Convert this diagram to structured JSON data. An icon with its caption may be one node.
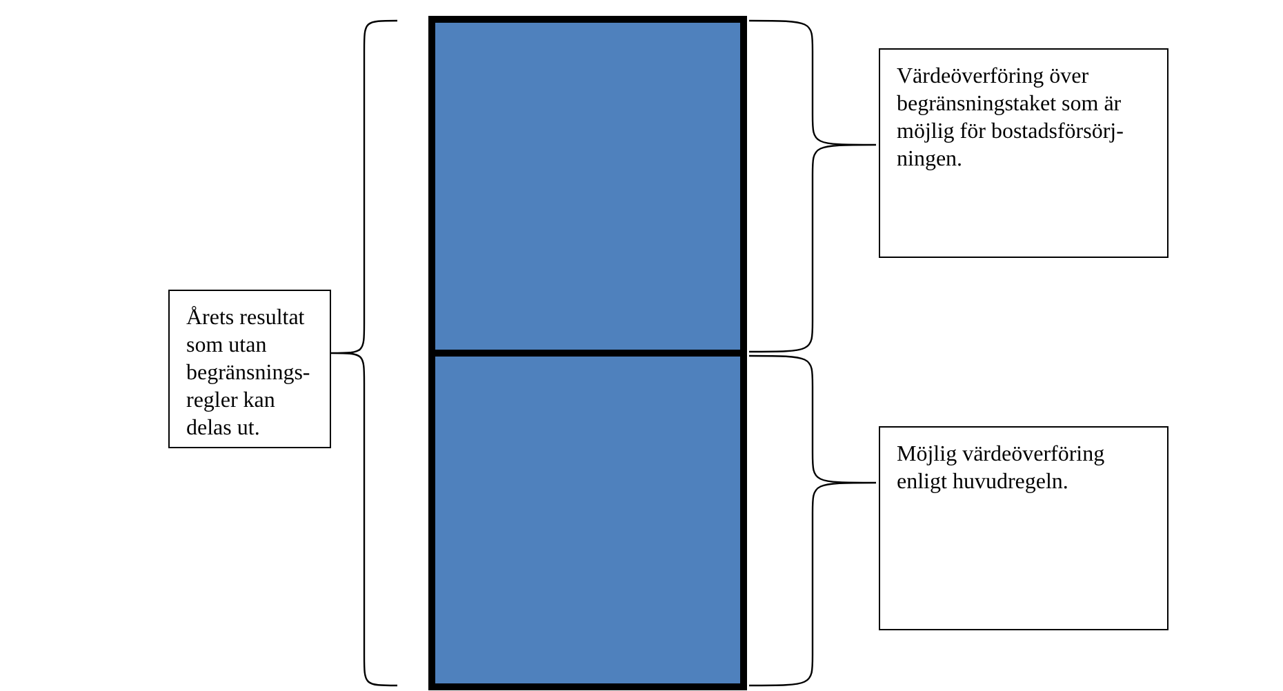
{
  "diagram": {
    "nodes": [
      {
        "text": [
          "Värdeöverföring över begränsningstaket som är möjlig för bostadsförsörj-ningen."
        ]
      },
      {
        "text": [
          "Årets resultat som utan begränsnings-regler kan delas ut."
        ]
      },
      {
        "text": [
          "Möjlig värdeöverföring enligt huvudregeln."
        ]
      }
    ]
  }
}
